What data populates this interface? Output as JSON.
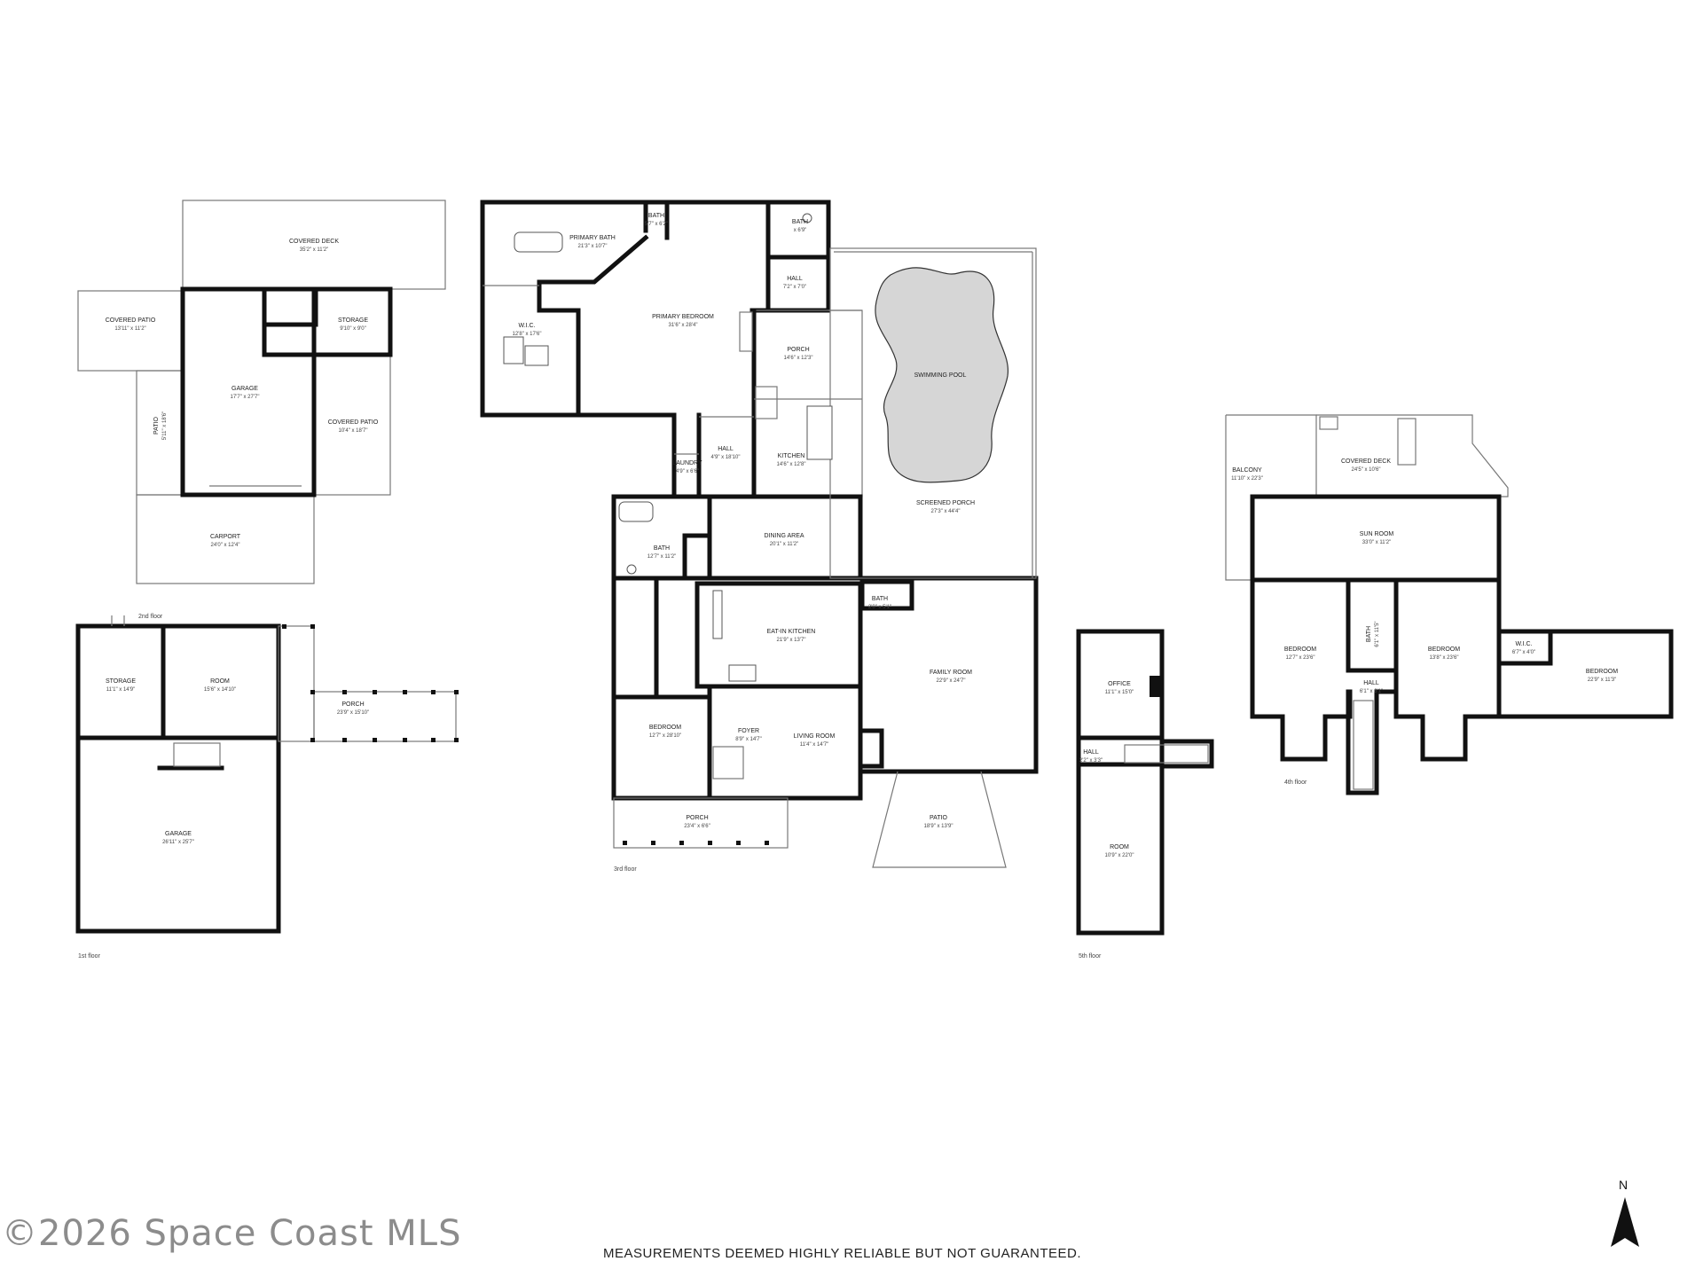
{
  "floor_labels": {
    "first": "1st floor",
    "second": "2nd floor",
    "third": "3rd floor",
    "fourth": "4th floor",
    "fifth": "5th floor"
  },
  "rooms": {
    "covered_deck_top": {
      "name": "COVERED DECK",
      "dim": "35'2\" x 11'2\""
    },
    "covered_patio_left": {
      "name": "COVERED PATIO",
      "dim": "13'11\" x 11'2\""
    },
    "storage_top": {
      "name": "STORAGE",
      "dim": "9'10\" x 9'0\""
    },
    "garage_top": {
      "name": "GARAGE",
      "dim": "17'7\" x 27'7\""
    },
    "covered_patio_right": {
      "name": "COVERED PATIO",
      "dim": "10'4\" x 18'7\""
    },
    "patio_side": {
      "name": "PATIO",
      "dim": "5'11\" x 18'6\""
    },
    "carport": {
      "name": "CARPORT",
      "dim": "24'0\" x 12'4\""
    },
    "storage_2nd": {
      "name": "STORAGE",
      "dim": "11'1\" x 14'9\""
    },
    "room_2nd": {
      "name": "ROOM",
      "dim": "15'6\" x 14'10\""
    },
    "porch_2nd": {
      "name": "PORCH",
      "dim": "23'9\" x 15'10\""
    },
    "garage_1st": {
      "name": "GARAGE",
      "dim": "26'11\" x 25'7\""
    },
    "primary_bath": {
      "name": "PRIMARY BATH",
      "dim": "21'3\" x 10'7\""
    },
    "bath_top_a": {
      "name": "BATH",
      "dim": "5'7\" x 6'2\""
    },
    "bath_top_b": {
      "name": "BATH",
      "dim": "x 6'9\""
    },
    "hall_top": {
      "name": "HALL",
      "dim": "7'2\" x 7'0\""
    },
    "wic_main": {
      "name": "W.I.C.",
      "dim": "12'8\" x 17'6\""
    },
    "primary_bedroom": {
      "name": "PRIMARY BEDROOM",
      "dim": "31'6\" x 28'4\""
    },
    "porch_main": {
      "name": "PORCH",
      "dim": "14'6\" x 12'3\""
    },
    "swimming_pool": {
      "name": "SWIMMING POOL",
      "dim": ""
    },
    "hall_mid": {
      "name": "HALL",
      "dim": "4'9\" x 18'10\""
    },
    "laundry": {
      "name": "LAUNDRY",
      "dim": "4'9\" x 6'6\""
    },
    "kitchen": {
      "name": "KITCHEN",
      "dim": "14'6\" x 12'8\""
    },
    "screened_porch": {
      "name": "SCREENED PORCH",
      "dim": "27'3\" x 44'4\""
    },
    "bath_mid": {
      "name": "BATH",
      "dim": "12'7\" x 11'2\""
    },
    "dining_area": {
      "name": "DINING AREA",
      "dim": "20'1\" x 11'2\""
    },
    "eat_in_kitchen": {
      "name": "EAT-IN KITCHEN",
      "dim": "21'9\" x 13'7\""
    },
    "bath_small": {
      "name": "BATH",
      "dim": "2'0\" x 5'1\""
    },
    "family_room": {
      "name": "FAMILY ROOM",
      "dim": "22'9\" x 24'7\""
    },
    "bedroom_main": {
      "name": "BEDROOM",
      "dim": "12'7\" x 28'10\""
    },
    "foyer": {
      "name": "FOYER",
      "dim": "8'9\" x 14'7\""
    },
    "living_room": {
      "name": "LIVING ROOM",
      "dim": "11'4\" x 14'7\""
    },
    "porch_front": {
      "name": "PORCH",
      "dim": "23'4\" x 6'6\""
    },
    "patio_main": {
      "name": "PATIO",
      "dim": "18'9\" x 13'9\""
    },
    "office": {
      "name": "OFFICE",
      "dim": "11'1\" x 15'0\""
    },
    "hall_5th": {
      "name": "HALL",
      "dim": "2'2\" x 3'3\""
    },
    "room_5th": {
      "name": "ROOM",
      "dim": "10'9\" x 22'0\""
    },
    "balcony": {
      "name": "BALCONY",
      "dim": "11'10\" x 22'3\""
    },
    "covered_deck_4th": {
      "name": "COVERED DECK",
      "dim": "24'5\" x 10'6\""
    },
    "sun_room": {
      "name": "SUN ROOM",
      "dim": "33'0\" x 11'2\""
    },
    "bedroom_4a": {
      "name": "BEDROOM",
      "dim": "12'7\" x 23'6\""
    },
    "bath_4th": {
      "name": "BATH",
      "dim": "6'1\" x 11'5\""
    },
    "bedroom_4b": {
      "name": "BEDROOM",
      "dim": "13'8\" x 23'6\""
    },
    "hall_4th": {
      "name": "HALL",
      "dim": "6'1\" x 6'1\""
    },
    "wic_4th": {
      "name": "W.I.C.",
      "dim": "6'7\" x 4'0\""
    },
    "bedroom_4c": {
      "name": "BEDROOM",
      "dim": "22'9\" x 11'3\""
    }
  },
  "copyright": "©2026 Space Coast MLS",
  "disclaimer": "MEASUREMENTS DEEMED HIGHLY RELIABLE BUT NOT GUARANTEED.",
  "compass": {
    "label": "N"
  }
}
